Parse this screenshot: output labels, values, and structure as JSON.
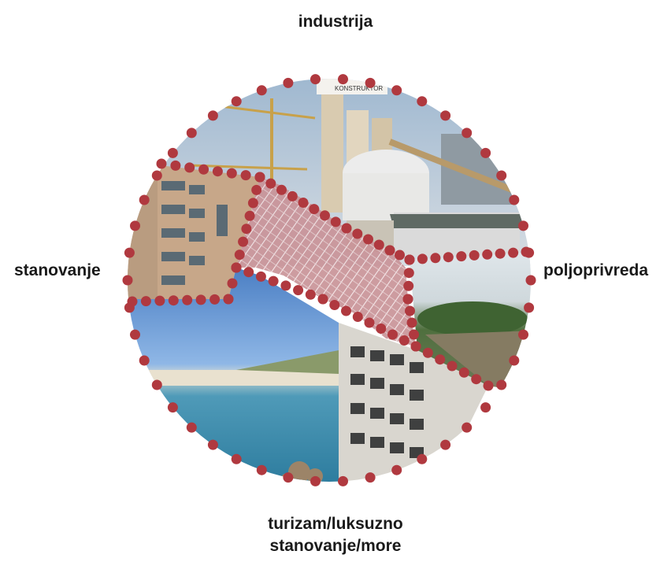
{
  "labels": {
    "top": "industrija",
    "left": "stanovanje",
    "right": "poljoprivreda",
    "bottom_line1": "turizam/luksuzno",
    "bottom_line2": "stanovanje/more"
  },
  "colors": {
    "dots": "#b0393f",
    "hatch": "#c9868c",
    "sky": "#aec3d6",
    "sea": "#3a86b5"
  },
  "photo_caption_text": "KONSTRUKTOR"
}
